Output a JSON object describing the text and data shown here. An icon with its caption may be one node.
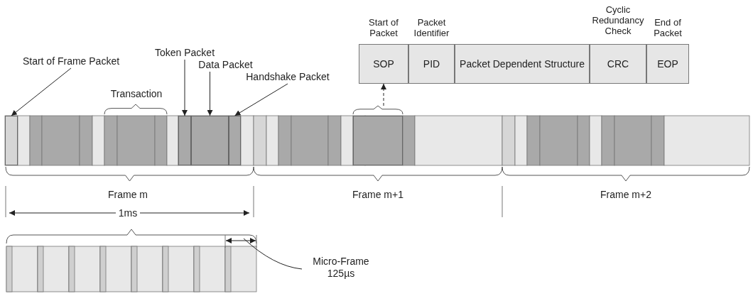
{
  "diagram": {
    "nodes": [
      {
        "text": [
          "Start of Frame Packet"
        ]
      },
      {
        "text": [],
        "shape": "box"
      },
      {
        "text": [
          "Token Packet"
        ]
      },
      {
        "text": [
          "Data Packet"
        ]
      },
      {
        "text": [
          "Handshake Packet"
        ]
      },
      {
        "text": [],
        "shape": "box"
      },
      {
        "text": [],
        "shape": "box"
      },
      {
        "text": [],
        "shape": "box"
      },
      {
        "text": [],
        "shape": "box"
      },
      {
        "text": [
          "Start of Packet",
          "SOP"
        ]
      },
      {
        "text": [
          "Packet Identifier",
          "PID"
        ]
      },
      {
        "text": [
          "Packet Dependent Structure"
        ]
      },
      {
        "text": [
          "Cyclic Redundancy Check",
          "CRC"
        ]
      },
      {
        "text": [
          "End of Packet",
          "EOP"
        ]
      },
      {
        "text": [
          "Micro-Frame 125µs"
        ]
      }
    ],
    "edges": [
      {
        "from": 0,
        "to": 1,
        "arrow": "to"
      },
      {
        "from": 2,
        "to": 5,
        "arrow": "to"
      },
      {
        "from": 3,
        "to": 6,
        "arrow": "to"
      },
      {
        "from": 4,
        "to": 7,
        "arrow": "to"
      },
      {
        "from": 8,
        "to": 9,
        "arrow": "to",
        "style": "dashed"
      },
      {
        "from": 14,
        "to": null,
        "arrow": "none"
      }
    ],
    "labels": [
      "Transaction",
      "Frame m",
      "Frame m+1",
      "Frame m+2",
      "1ms"
    ]
  }
}
